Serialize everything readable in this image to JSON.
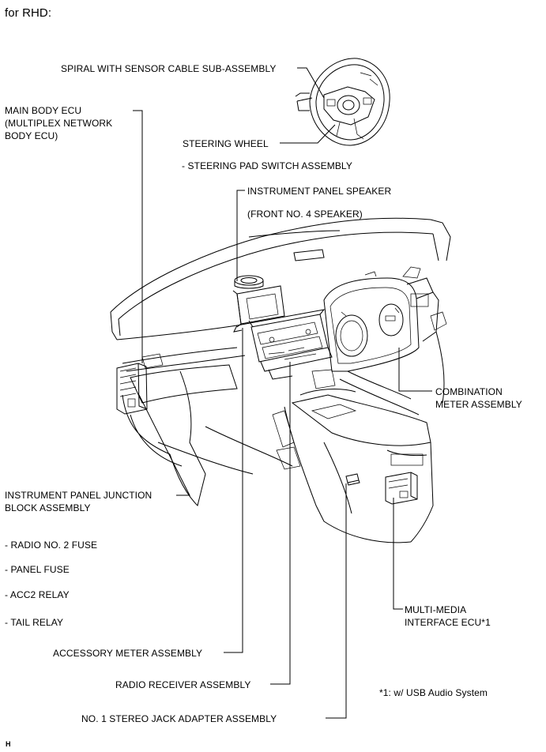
{
  "header": {
    "title": "for RHD:"
  },
  "labels": {
    "spiral": "SPIRAL WITH SENSOR CABLE SUB-ASSEMBLY",
    "main_body_ecu": [
      "MAIN BODY ECU",
      "(MULTIPLEX NETWORK",
      "BODY ECU)"
    ],
    "steering_wheel": "STEERING WHEEL",
    "steering_pad": "- STEERING PAD SWITCH ASSEMBLY",
    "ip_speaker": "INSTRUMENT PANEL SPEAKER",
    "front_no4": "(FRONT NO. 4 SPEAKER)",
    "combination_meter": [
      "COMBINATION",
      "METER ASSEMBLY"
    ],
    "junction_block": [
      "INSTRUMENT PANEL JUNCTION",
      "BLOCK ASSEMBLY"
    ],
    "radio_fuse": "- RADIO NO. 2 FUSE",
    "panel_fuse": "- PANEL FUSE",
    "acc2_relay": "- ACC2 RELAY",
    "tail_relay": "- TAIL RELAY",
    "multimedia_ecu": [
      "MULTI-MEDIA",
      "INTERFACE ECU*1"
    ],
    "accessory_meter": "ACCESSORY METER ASSEMBLY",
    "radio_receiver": "RADIO RECEIVER ASSEMBLY",
    "stereo_jack": "NO. 1 STEREO JACK ADAPTER ASSEMBLY"
  },
  "footnote": "*1: w/ USB Audio System",
  "figure_code": "H"
}
